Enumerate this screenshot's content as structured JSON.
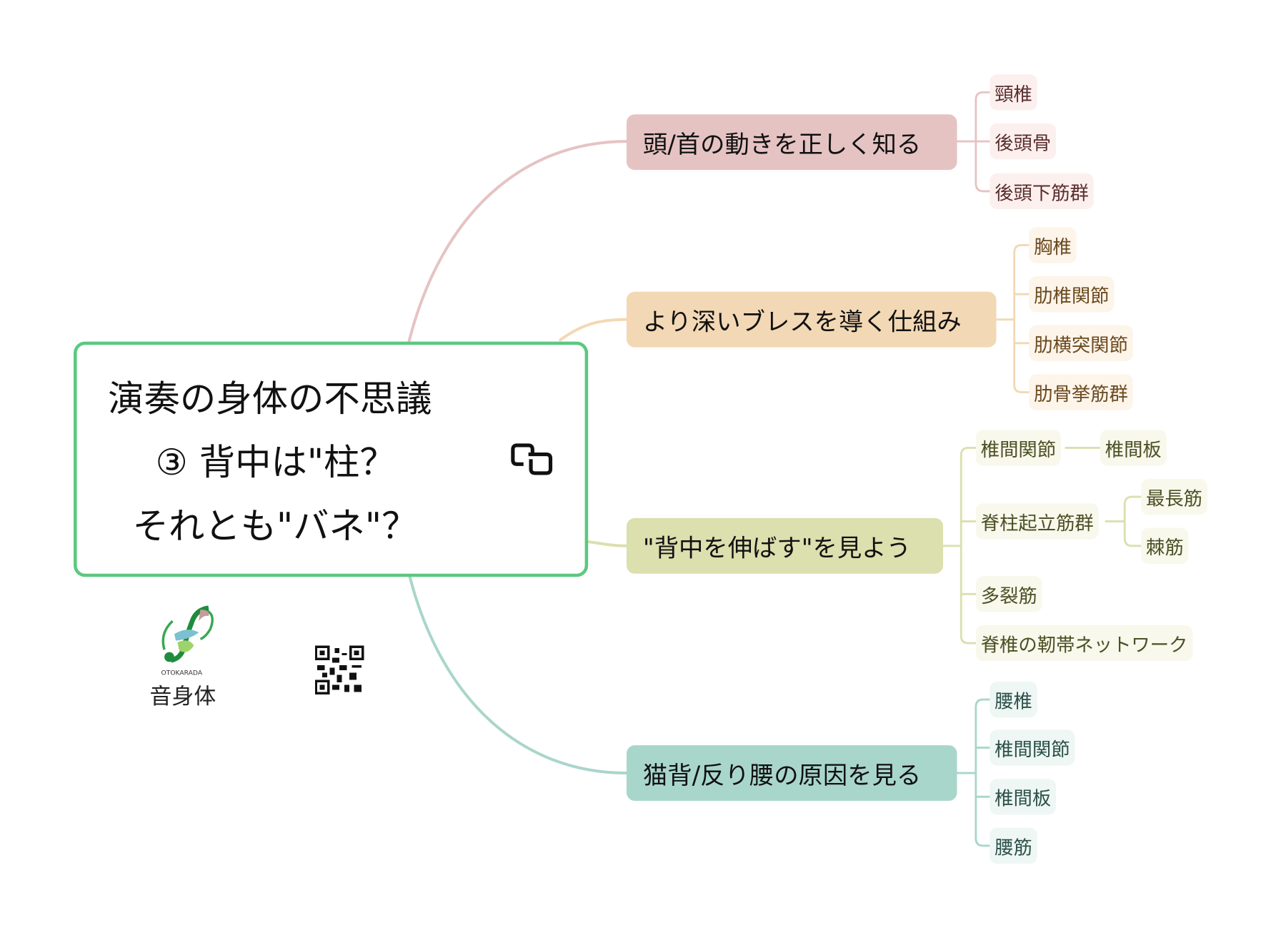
{
  "central": {
    "lines": [
      "演奏の身体の不思議",
      "③ 背中は\"柱？",
      "それとも\"バネ\"？"
    ],
    "icon": "link-icon",
    "border_color": "#5cc87f"
  },
  "logo": {
    "subtitle": "OTOKARADA",
    "name": "音身体"
  },
  "qr": {
    "icon": "qr-code"
  },
  "branches": [
    {
      "label": "頭/首の動きを正しく知る",
      "color": "#e6c3c3",
      "children": [
        "頸椎",
        "後頭骨",
        "後頭下筋群"
      ]
    },
    {
      "label": "より深いブレスを導く仕組み",
      "color": "#f3d8b5",
      "children": [
        "胸椎",
        "肋椎関節",
        "肋横突関節",
        "肋骨挙筋群"
      ]
    },
    {
      "label": "\"背中を伸ばす\"を見よう",
      "color": "#dcdfae",
      "children": [
        {
          "label": "椎間関節",
          "children": [
            "椎間板"
          ]
        },
        {
          "label": "脊柱起立筋群",
          "children": [
            "最長筋",
            "棘筋"
          ]
        },
        {
          "label": "多裂筋"
        },
        {
          "label": "脊椎の靭帯ネットワーク"
        }
      ]
    },
    {
      "label": "猫背/反り腰の原因を見る",
      "color": "#a9d6cb",
      "children": [
        "腰椎",
        "椎間関節",
        "椎間板",
        "腰筋"
      ]
    }
  ]
}
